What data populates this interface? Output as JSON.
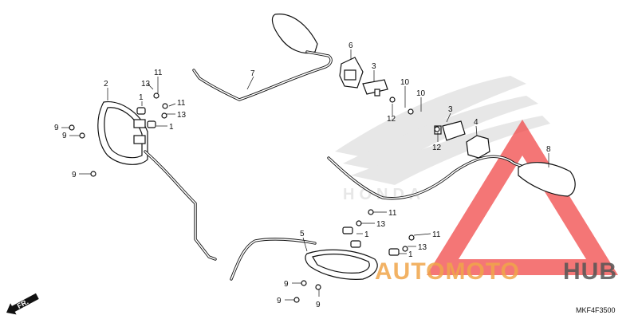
{
  "diagram": {
    "callouts": [
      "1",
      "2",
      "3",
      "4",
      "5",
      "6",
      "7",
      "8",
      "9",
      "10",
      "11",
      "12",
      "13"
    ],
    "diagram_code": "MKF4F3500",
    "direction_label": "FR.",
    "background_logo": "HONDA",
    "watermark": {
      "part1": "AUTOMOTO",
      "part2": "HUB"
    },
    "colors": {
      "watermark_red": "#f04848",
      "watermark_gray": "#555555",
      "line": "#111111"
    }
  }
}
